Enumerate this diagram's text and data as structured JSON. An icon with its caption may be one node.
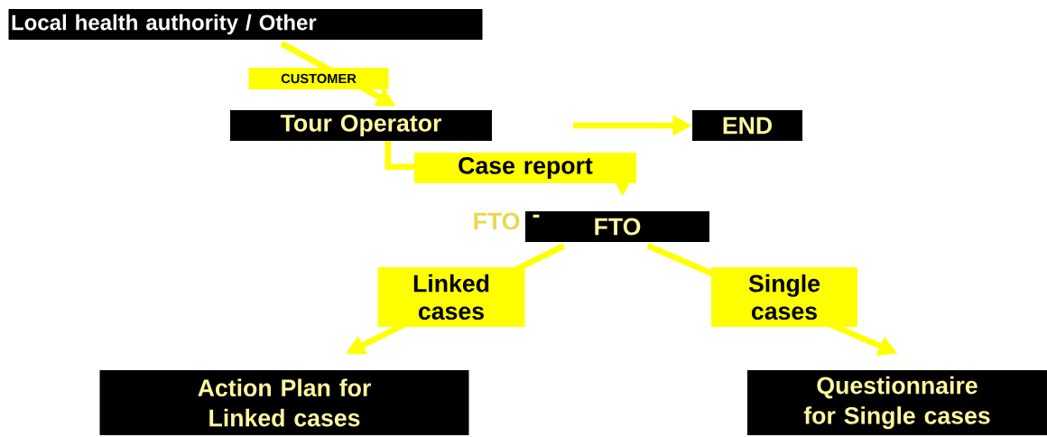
{
  "diagram": {
    "nodes": [
      {
        "text": [
          "Local health authority / Other"
        ]
      },
      {
        "text": [
          "Tour Operator"
        ]
      },
      {
        "text": [
          "END"
        ]
      },
      {
        "text": [
          "FTO"
        ]
      },
      {
        "text": [
          "Action Plan for Linked cases"
        ]
      },
      {
        "text": [
          "Questionnaire for Single cases"
        ]
      }
    ],
    "edges": [
      {
        "from": 0,
        "to": 1,
        "arrow": "to",
        "label": "CUSTOMER"
      },
      {
        "from": null,
        "to": 2,
        "arrow": "to"
      },
      {
        "from": 1,
        "to": 3,
        "arrow": "to",
        "label": "Case report"
      },
      {
        "from": 3,
        "to": 4,
        "arrow": "to",
        "label": "Linked cases"
      },
      {
        "from": 3,
        "to": 5,
        "arrow": "to",
        "label": "Single cases"
      }
    ],
    "labels": [
      "FTO",
      "-"
    ]
  }
}
